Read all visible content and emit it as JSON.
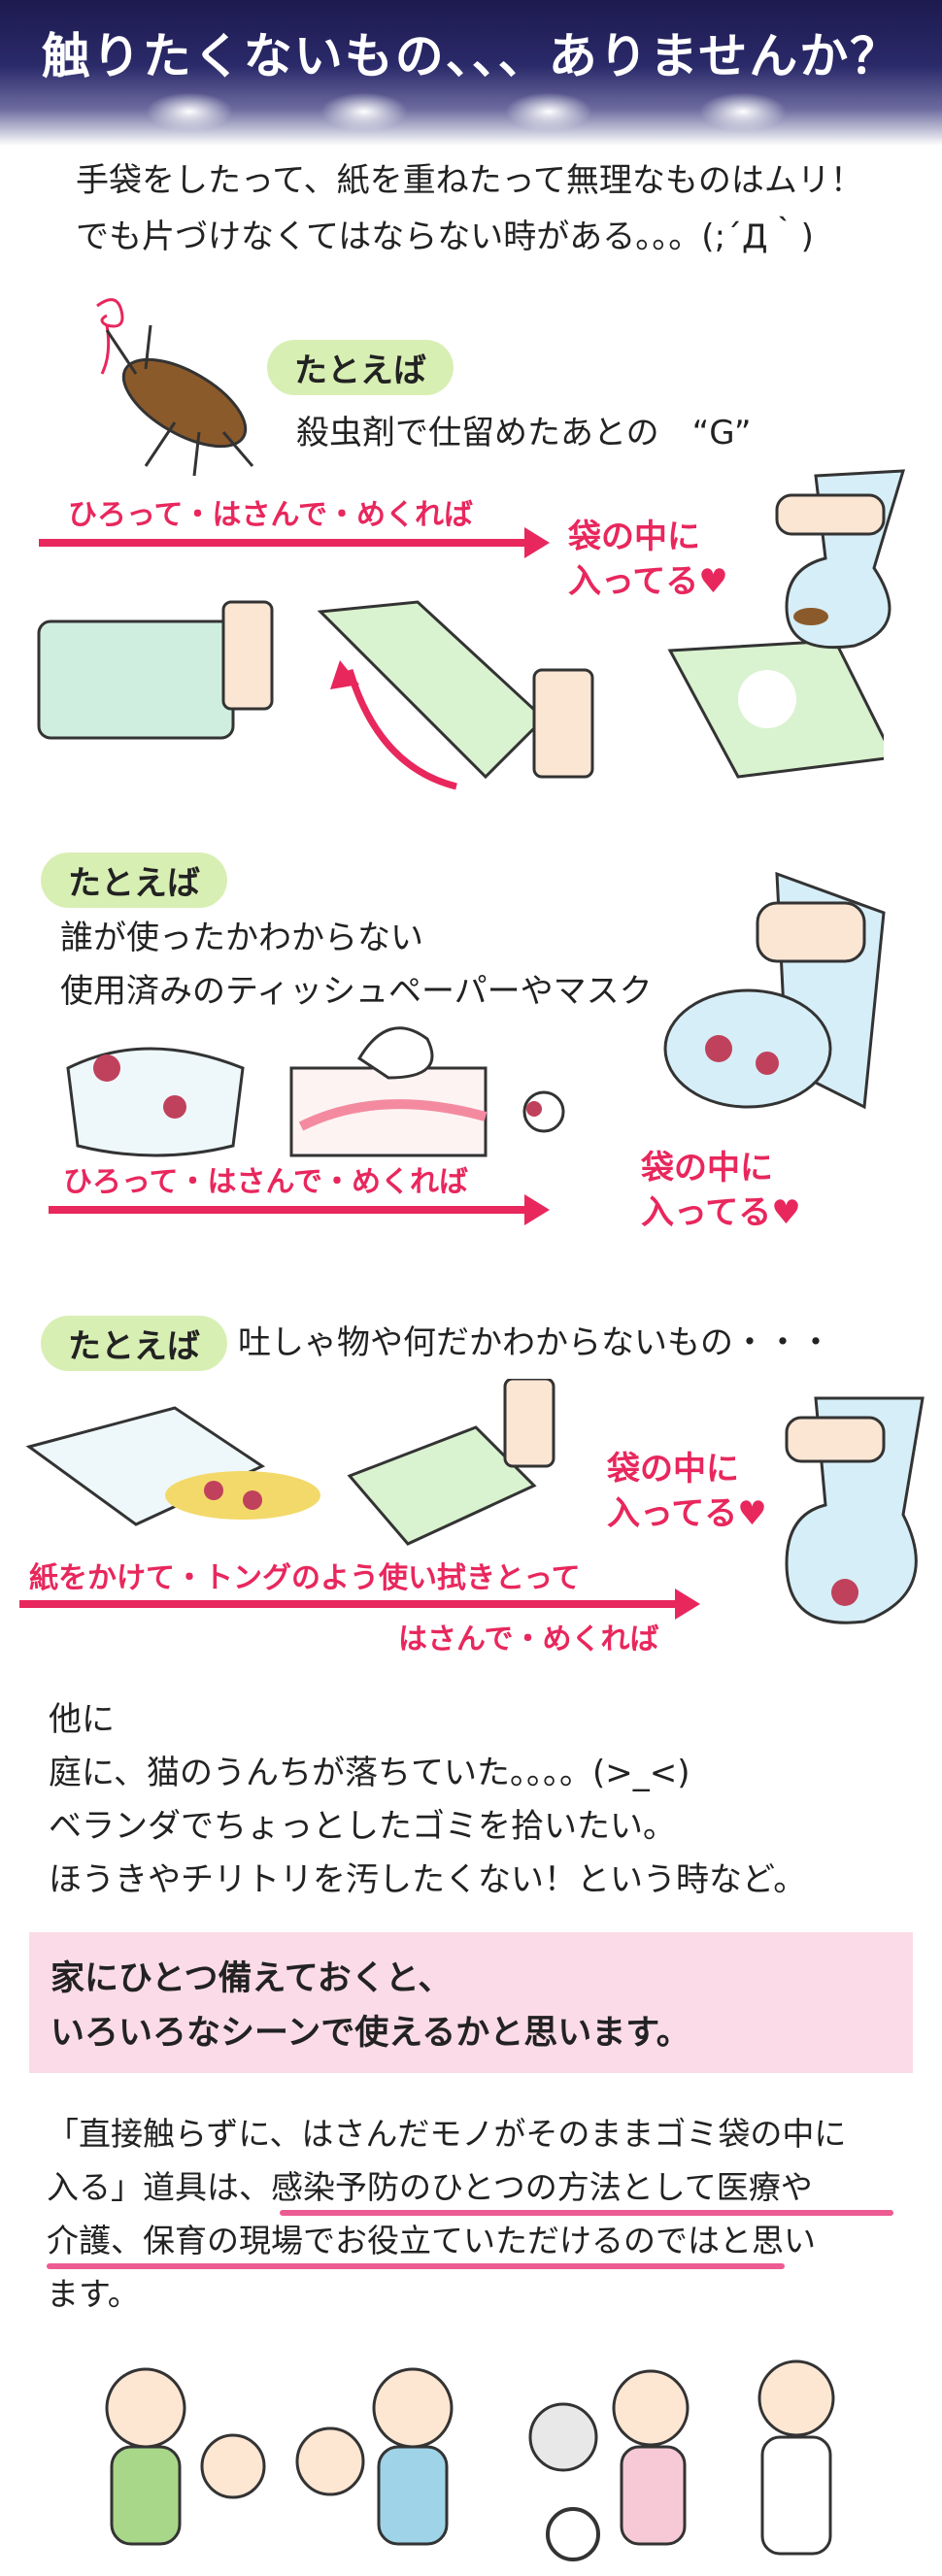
{
  "header": {
    "title": "触りたくないもの、、、ありませんか？"
  },
  "intro": {
    "line1": "手袋をしたって、紙を重ねたって無理なものはムリ！",
    "line2": "でも片づけなくてはならない時がある。。。(;´Д｀)"
  },
  "example1": {
    "tag": "たとえば",
    "desc": "殺虫剤で仕留めたあとの　“G”",
    "arrow_label": "ひろって・はさんで・めくれば",
    "result_line1": "袋の中に",
    "result_line2": "入ってる♥"
  },
  "example2": {
    "tag": "たとえば",
    "desc_line1": "誰が使ったかわからない",
    "desc_line2": "使用済みのティッシュペーパーやマスク",
    "arrow_label": "ひろって・はさんで・めくれば",
    "result_line1": "袋の中に",
    "result_line2": "入ってる♥"
  },
  "example3": {
    "tag": "たとえば",
    "desc": "吐しゃ物や何だかわからないもの・・・",
    "arrow_label": "紙をかけて・トングのよう使い拭きとって",
    "arrow_label2": "はさんで・めくれば",
    "result_line1": "袋の中に",
    "result_line2": "入ってる♥"
  },
  "others": {
    "line1": "他に",
    "line2": "庭に、猫のうんちが落ちていた。。。。(>_<)",
    "line3": "ベランダでちょっとしたゴミを拾いたい。",
    "line4": "ほうきやチリトリを汚したくない！という時など。"
  },
  "callout": {
    "line1": "家にひとつ備えておくと、",
    "line2": "いろいろなシーンで使えるかと思います。"
  },
  "closing": {
    "line1": "「直接触らずに、はさんだモノがそのままゴミ袋の中に",
    "line2": "入る」道具は、感染予防のひとつの方法として医療や",
    "line3": "介護、保育の現場でお役立ていただけるのではと思い",
    "line4": "ます。"
  },
  "colors": {
    "accent": "#e8275d",
    "pill": "#d8efb4",
    "callout": "#fbdbe7",
    "header": "#1c1a4e"
  }
}
